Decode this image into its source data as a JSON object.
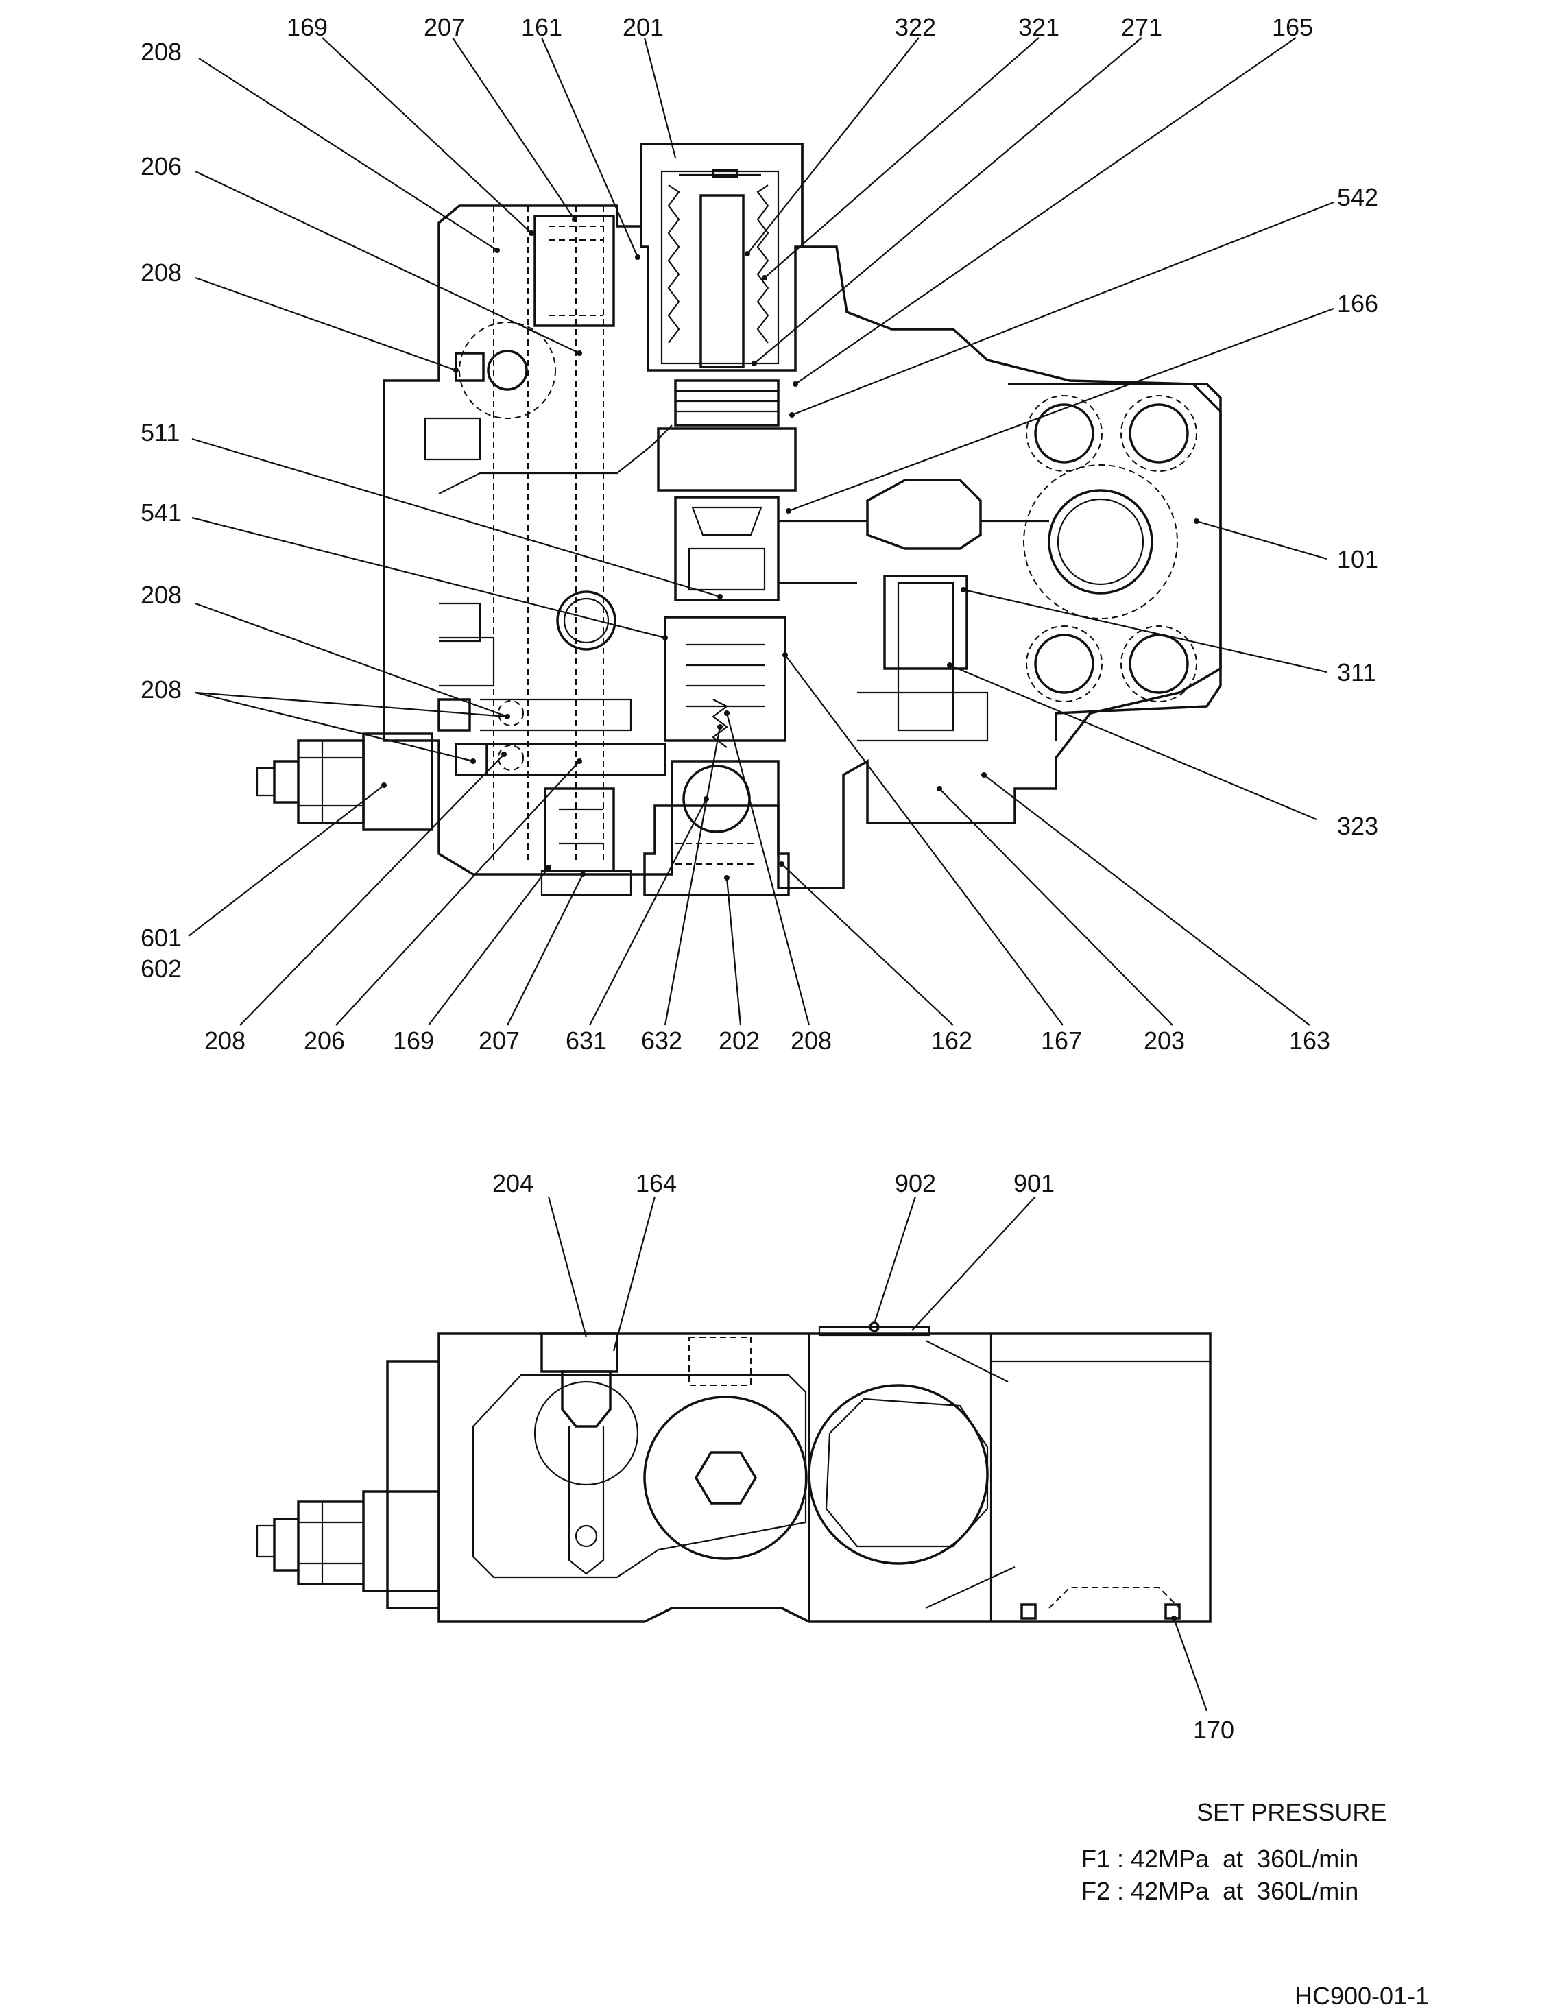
{
  "drawing": {
    "code": "HC900-01-1",
    "set_pressure": {
      "title": "SET PRESSURE",
      "lines": [
        "F1 : 42MPa  at  360L/min",
        "F2 : 42MPa  at  360L/min"
      ]
    }
  },
  "section_view_labels": [
    "208",
    "169",
    "207",
    "161",
    "201",
    "322",
    "321",
    "271",
    "165",
    "206",
    "208",
    "542",
    "166",
    "511",
    "541",
    "101",
    "208",
    "311",
    "208",
    "323",
    "601",
    "602",
    "208",
    "206",
    "169",
    "207",
    "631",
    "632",
    "202",
    "208",
    "162",
    "167",
    "203",
    "163"
  ],
  "bottom_view_labels": [
    "204",
    "164",
    "902",
    "901",
    "170"
  ]
}
